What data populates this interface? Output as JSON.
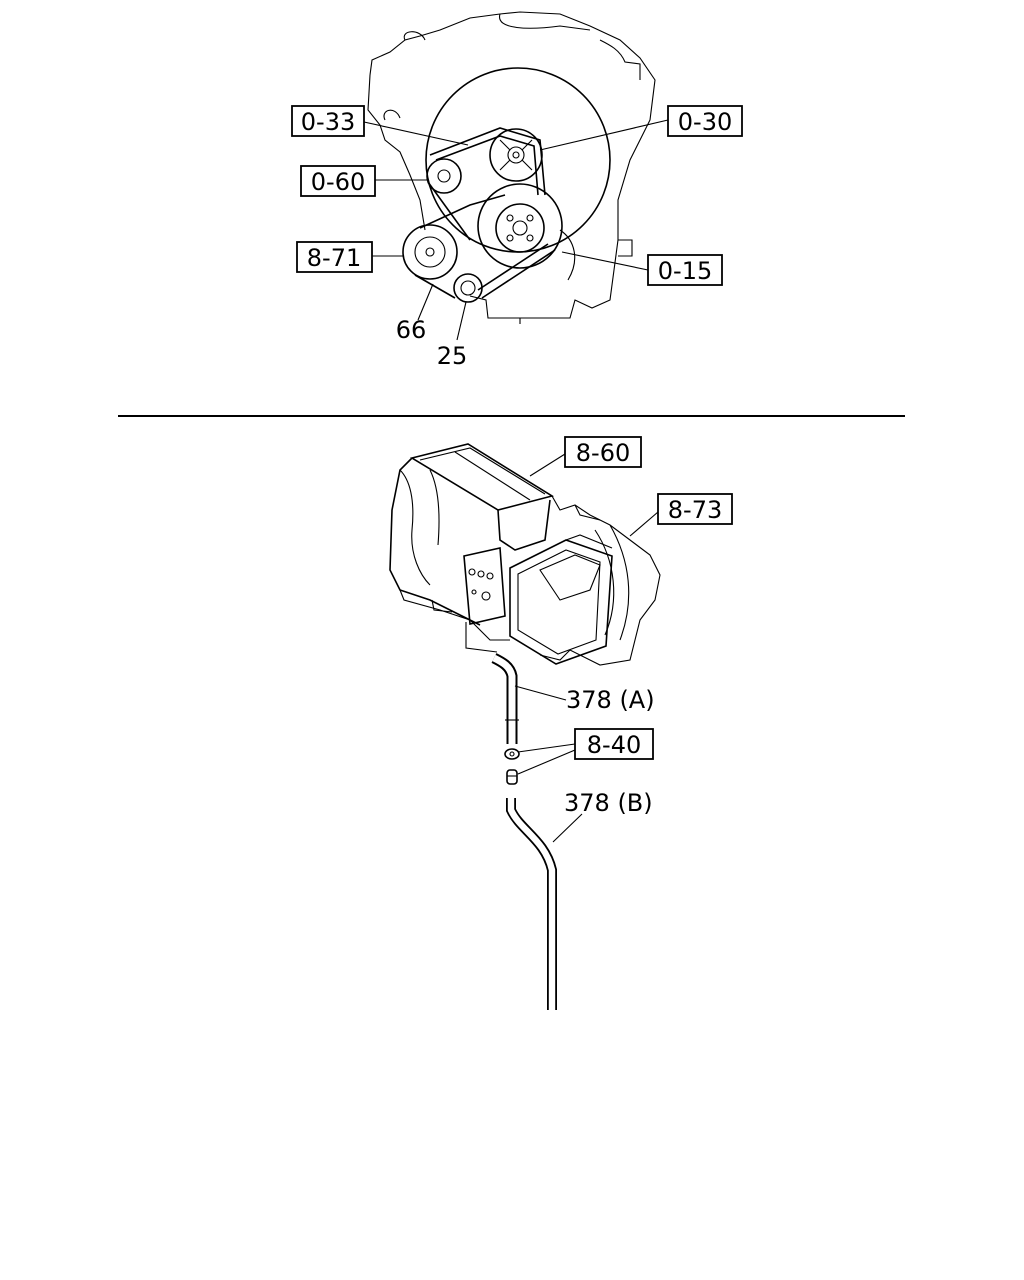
{
  "top_diagram": {
    "callouts": {
      "c033": "0-33",
      "c030": "0-30",
      "c060": "0-60",
      "c871": "8-71",
      "c015": "0-15"
    },
    "numbers": {
      "n66": "66",
      "n25": "25"
    }
  },
  "bottom_diagram": {
    "callouts": {
      "c860": "8-60",
      "c873": "8-73",
      "c840": "8-40"
    },
    "labels": {
      "hose_a": "378 (A)",
      "hose_b": "378 (B)"
    }
  }
}
